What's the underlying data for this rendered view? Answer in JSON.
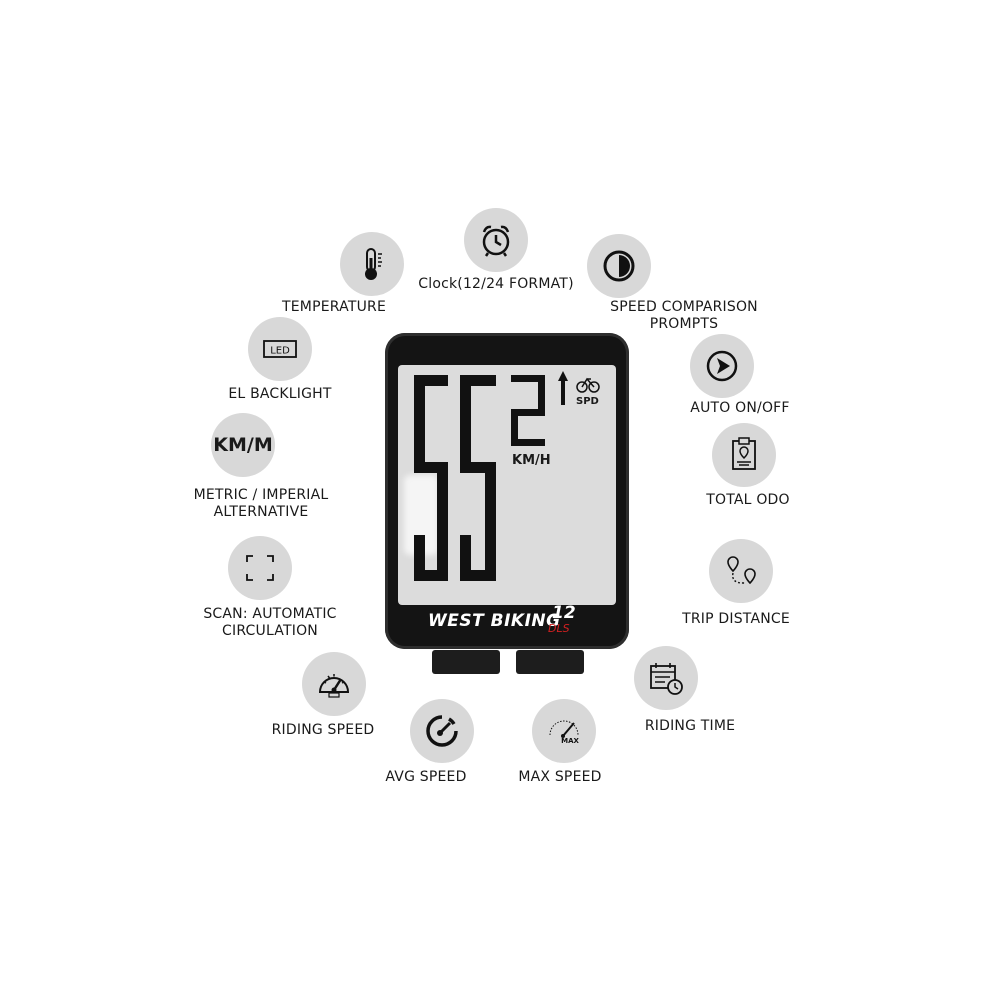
{
  "features": {
    "clock": "Clock(12/24 FORMAT)",
    "temperature": "TEMPERATURE",
    "speed_comparison": "SPEED COMPARISON\nPROMPTS",
    "el_backlight": "EL BACKLIGHT",
    "auto_on_off": "AUTO ON/OFF",
    "metric_imperial": "METRIC / IMPERIAL\nALTERNATIVE",
    "metric_icon_text": "KM/M",
    "total_odo": "TOTAL ODO",
    "scan": "SCAN: AUTOMATIC\nCIRCULATION",
    "trip_distance": "TRIP DISTANCE",
    "riding_speed": "RIDING SPEED",
    "riding_time": "RIDING TIME",
    "avg_speed": "AVG SPEED",
    "max_speed": "MAX SPEED",
    "led_icon_text": "LED",
    "max_icon_text": "MAX"
  },
  "device": {
    "brand": "WEST BIKING",
    "model": "12",
    "submodel": "DLS",
    "speed_unit": "KM/H",
    "mode": "SPD",
    "speed_digits": "552"
  },
  "colors": {
    "icon_bg": "#d8d8d8",
    "device": "#141414",
    "screen": "#dcdcdc",
    "accent_red": "#d22020"
  }
}
